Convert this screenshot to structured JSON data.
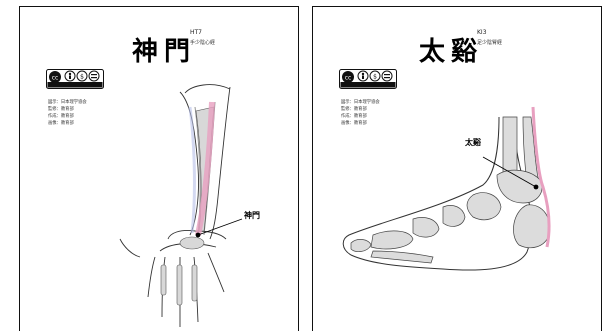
{
  "left_card": {
    "title": "神門",
    "code": "HT7",
    "subtitle": "手少陰心経",
    "license_badge": "cc-by-nc-nd",
    "meta": [
      "図示：日本理学協会",
      "監修：教育部",
      "作成：教育部",
      "画像：教育部"
    ],
    "point_label": "神門",
    "illustration": "forearm-hand-bones",
    "meridian_color": "#e8a0c0"
  },
  "right_card": {
    "title": "太谿",
    "code": "KI3",
    "subtitle": "足少陰腎経",
    "license_badge": "cc-by-nc-nd",
    "meta": [
      "図示：日本理学協会",
      "監修：教育部",
      "作成：教育部",
      "画像：教育部"
    ],
    "point_label": "太谿",
    "illustration": "foot-ankle-bones",
    "meridian_color": "#e8a0c0"
  }
}
